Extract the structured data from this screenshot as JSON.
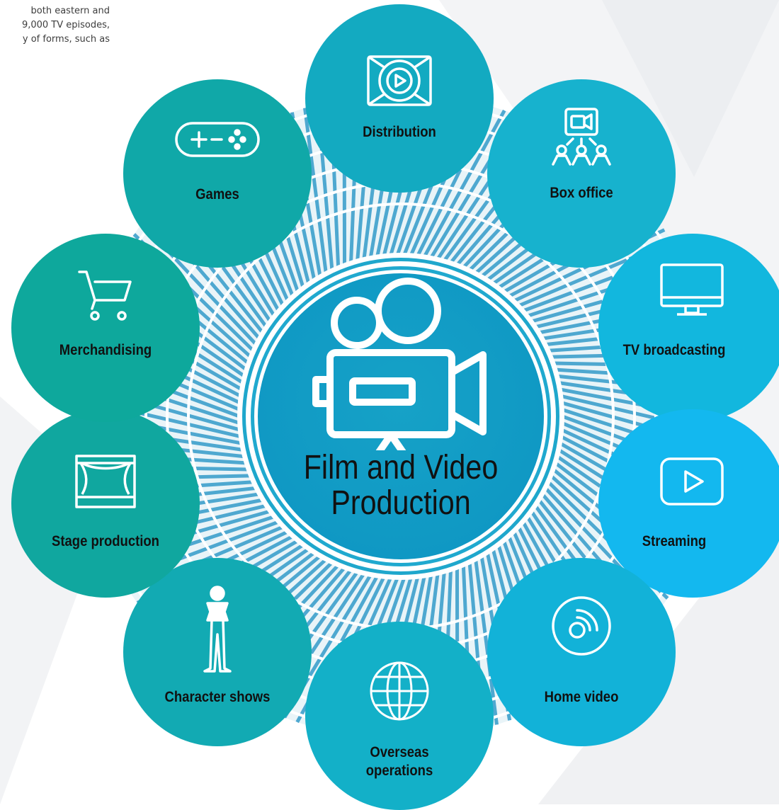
{
  "intro_text": {
    "line1": "both eastern and",
    "line2": "9,000 TV episodes,",
    "line3": "y of forms, such as"
  },
  "hub": {
    "title_line1": "Film and Video",
    "title_line2": "Production",
    "icon": "movie-camera-icon"
  },
  "segments": [
    {
      "label": "Distribution",
      "icon": "film-reel-play-icon",
      "color": "#13aac1"
    },
    {
      "label": "Box office",
      "icon": "audience-camera-icon",
      "color": "#17b2ce"
    },
    {
      "label": "TV broadcasting",
      "icon": "monitor-icon",
      "color": "#12b7de"
    },
    {
      "label": "Streaming",
      "icon": "play-button-icon",
      "color": "#13b8ef"
    },
    {
      "label": "Home video",
      "icon": "disc-icon",
      "color": "#12b2d8"
    },
    {
      "label": "Overseas",
      "label_line2": "operations",
      "icon": "globe-icon",
      "color": "#13b0c8"
    },
    {
      "label": "Character shows",
      "icon": "character-figure-icon",
      "color": "#12aab3"
    },
    {
      "label": "Stage production",
      "icon": "theater-stage-icon",
      "color": "#10a79f"
    },
    {
      "label": "Merchandising",
      "icon": "shopping-cart-icon",
      "color": "#0ea89c"
    },
    {
      "label": "Games",
      "icon": "gamepad-icon",
      "color": "#10a8a8"
    }
  ]
}
